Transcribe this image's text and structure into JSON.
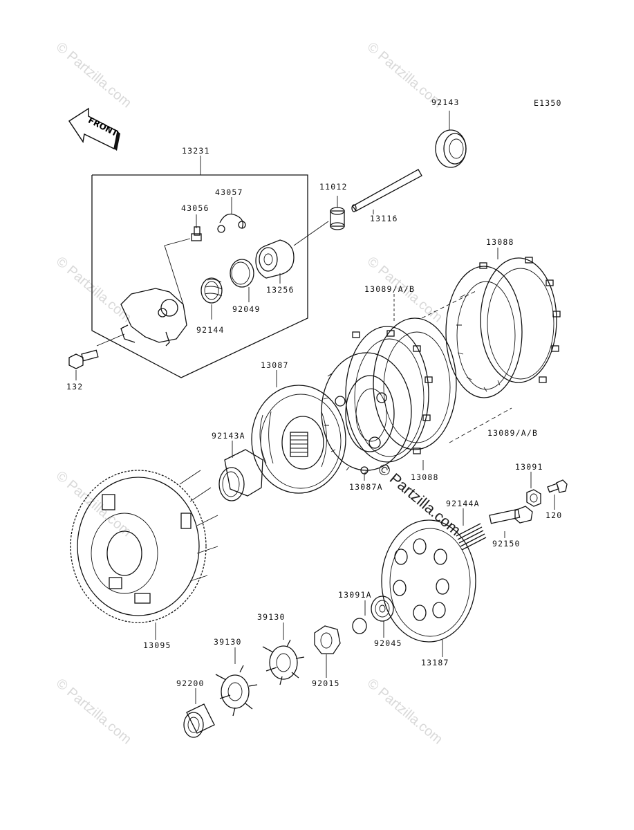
{
  "diagram": {
    "code": "E1350",
    "front_label": "FRONT",
    "watermark": "© Partzilla.com",
    "parts": {
      "p92143": "92143",
      "p13231": "13231",
      "p43057": "43057",
      "p43056": "43056",
      "p11012": "11012",
      "p13116": "13116",
      "p13256": "13256",
      "p92049": "92049",
      "p92144": "92144",
      "p132": "132",
      "p13088_top": "13088",
      "p13089_top": "13089/A/B",
      "p13087": "13087",
      "p92143A": "92143A",
      "p13089_bottom": "13089/A/B",
      "p13088_bottom": "13088",
      "p13087A": "13087A",
      "p13091": "13091",
      "p120": "120",
      "p92144A": "92144A",
      "p92150": "92150",
      "p13095": "13095",
      "p13091A": "13091A",
      "p39130_a": "39130",
      "p39130_b": "39130",
      "p92045": "92045",
      "p13187": "13187",
      "p92015": "92015",
      "p92200": "92200"
    }
  }
}
